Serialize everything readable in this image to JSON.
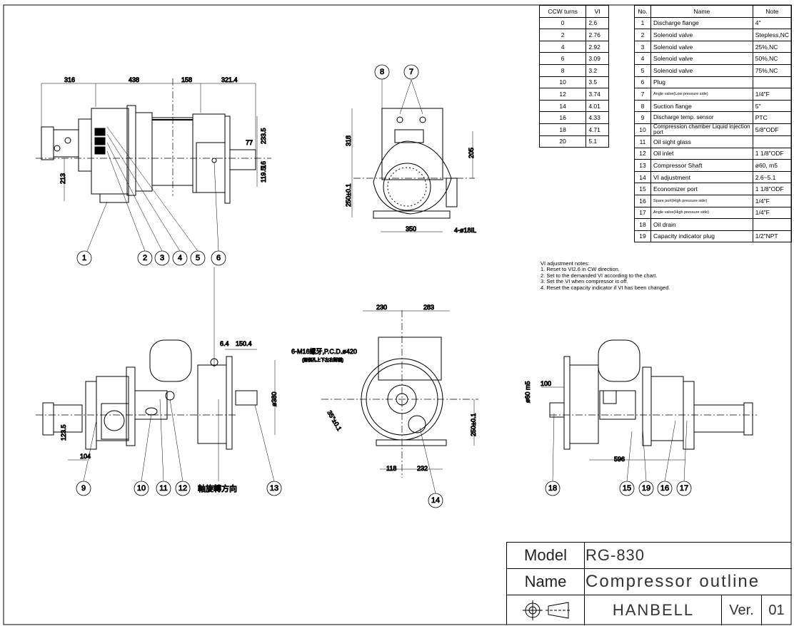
{
  "vi_table": {
    "headers": [
      "CCW turns",
      "VI"
    ],
    "rows": [
      [
        "0",
        "2.6"
      ],
      [
        "2",
        "2.76"
      ],
      [
        "4",
        "2.92"
      ],
      [
        "6",
        "3.09"
      ],
      [
        "8",
        "3.2"
      ],
      [
        "10",
        "3.5"
      ],
      [
        "12",
        "3.74"
      ],
      [
        "14",
        "4.01"
      ],
      [
        "16",
        "4.33"
      ],
      [
        "18",
        "4.71"
      ],
      [
        "20",
        "5.1"
      ]
    ]
  },
  "parts_table": {
    "headers": [
      "No.",
      "Name",
      "Note"
    ],
    "rows": [
      [
        "1",
        "Discharge flange",
        "4\""
      ],
      [
        "2",
        "Solenoid valve",
        "Stepless,NC"
      ],
      [
        "3",
        "Solenoid valve",
        "25%,NC"
      ],
      [
        "4",
        "Solenoid valve",
        "50%,NC"
      ],
      [
        "5",
        "Solenoid valve",
        "75%,NC"
      ],
      [
        "6",
        "Plug",
        ""
      ],
      [
        "7",
        "Angle valve(Low pressure side)",
        "1/4\"F"
      ],
      [
        "8",
        "Suction flange",
        "5\""
      ],
      [
        "9",
        "Discharge temp. sensor",
        "PTC"
      ],
      [
        "10",
        "Compression chamber Liquid injection port",
        "5/8\"ODF"
      ],
      [
        "11",
        "Oil sight glass",
        ""
      ],
      [
        "12",
        "Oil inlet",
        "1 1/8\"ODF"
      ],
      [
        "13",
        "Compressor Shaft",
        "ø60, m5"
      ],
      [
        "14",
        "VI adjustment",
        "2.6~5.1"
      ],
      [
        "15",
        "Economizer port",
        "1 1/8\"ODF"
      ],
      [
        "16",
        "Spare port(High pressure side)",
        "1/4\"F"
      ],
      [
        "17",
        "Angle valve(High pressure side)",
        "1/4\"F"
      ],
      [
        "18",
        "Oil drain",
        ""
      ],
      [
        "19",
        "Capacity indicator plug",
        "1/2\"NPT"
      ]
    ]
  },
  "notes": {
    "title": "VI adjustment notes:",
    "items": [
      "1. Reset to VI2.6 in CW direction.",
      "2. Set to the demanded VI according to the chart.",
      "3. Set the VI when compressor is off.",
      "4. Reset the capacity indicator if VI has been changed."
    ]
  },
  "title_block": {
    "model_label": "Model",
    "model_value": "RG-830",
    "name_label": "Name",
    "name_value": "Compressor outline",
    "company": "HANBELL",
    "ver_label": "Ver.",
    "ver_value": "01"
  },
  "callouts": [
    "1",
    "2",
    "3",
    "4",
    "5",
    "6",
    "7",
    "8",
    "9",
    "10",
    "11",
    "12",
    "13",
    "14",
    "15",
    "16",
    "17",
    "18",
    "19"
  ],
  "dimensions": {
    "top_side": [
      "316",
      "438",
      "158",
      "321.4",
      "233.5",
      "119.5",
      "77",
      "16",
      "213"
    ],
    "top_end": [
      "318",
      "205",
      "250±0.1",
      "350",
      "4-ø18IL"
    ],
    "bottom_side": [
      "6.4",
      "150.4",
      "ø380",
      "123.5",
      "104"
    ],
    "rotation_direction": "軸旋轉方向",
    "bottom_end": [
      "230",
      "283",
      "6-M16螺牙,P.C.D.ø420",
      "(兩個孔上下左右對稱)",
      "35°±0.1",
      "250±0.1",
      "118",
      "232"
    ],
    "bottom_rear": [
      "ø60 m5",
      "100",
      "596"
    ]
  }
}
